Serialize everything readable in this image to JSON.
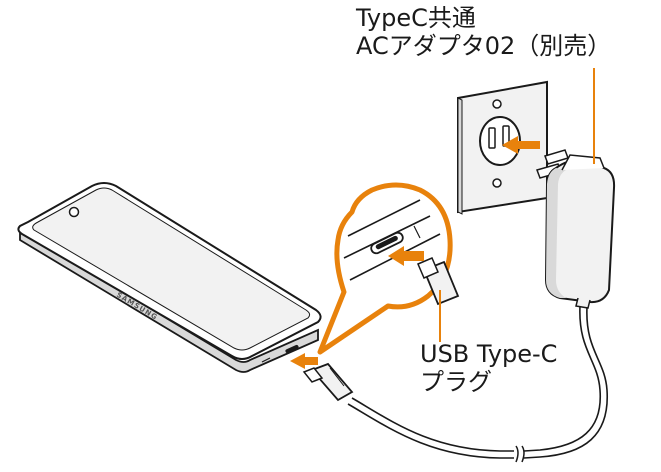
{
  "labels": {
    "adapter_line1": "TypeC共通",
    "adapter_line2": "ACアダプタ02（別売）",
    "usb_line1": "USB Type-C",
    "usb_line2": "プラグ"
  },
  "device": {
    "brand_text": "SAMSUNG"
  },
  "colors": {
    "accent": "#e8820c",
    "line": "#1a1a1a",
    "fill_light": "#f2f2f2",
    "fill_mid": "#d9d9d9"
  },
  "icons": {
    "arrow": "orange-arrow-icon",
    "callout": "magnifier-callout-icon"
  }
}
